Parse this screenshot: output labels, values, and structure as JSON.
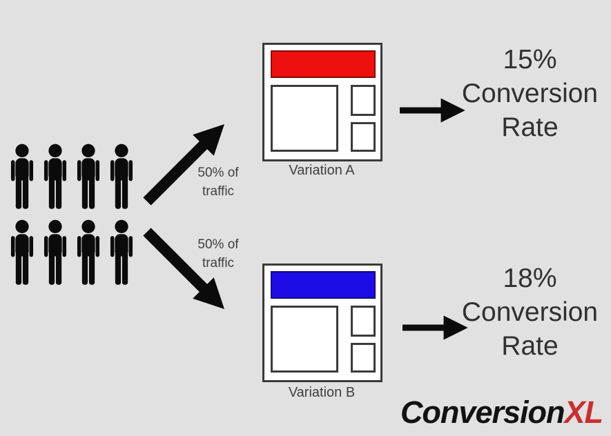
{
  "background_color": "#e1e1e1",
  "audience": {
    "rows": 2,
    "icons_per_row": 4,
    "icon": "person-icon",
    "icon_color": "#0b0b0b"
  },
  "splits": [
    {
      "line1": "50% of",
      "line2": "traffic",
      "direction": "up-right"
    },
    {
      "line1": "50% of",
      "line2": "traffic",
      "direction": "down-right"
    }
  ],
  "variations": [
    {
      "name": "Variation A",
      "banner_color": "#ee0f0f",
      "rate": "15%",
      "metric_line1": "Conversion",
      "metric_line2": "Rate"
    },
    {
      "name": "Variation B",
      "banner_color": "#1e0ce6",
      "rate": "18%",
      "metric_line1": "Conversion",
      "metric_line2": "Rate"
    }
  ],
  "logo": {
    "black": "Conversion",
    "red": "XL",
    "red_color": "#cc2d2d",
    "black_color": "#121212"
  }
}
